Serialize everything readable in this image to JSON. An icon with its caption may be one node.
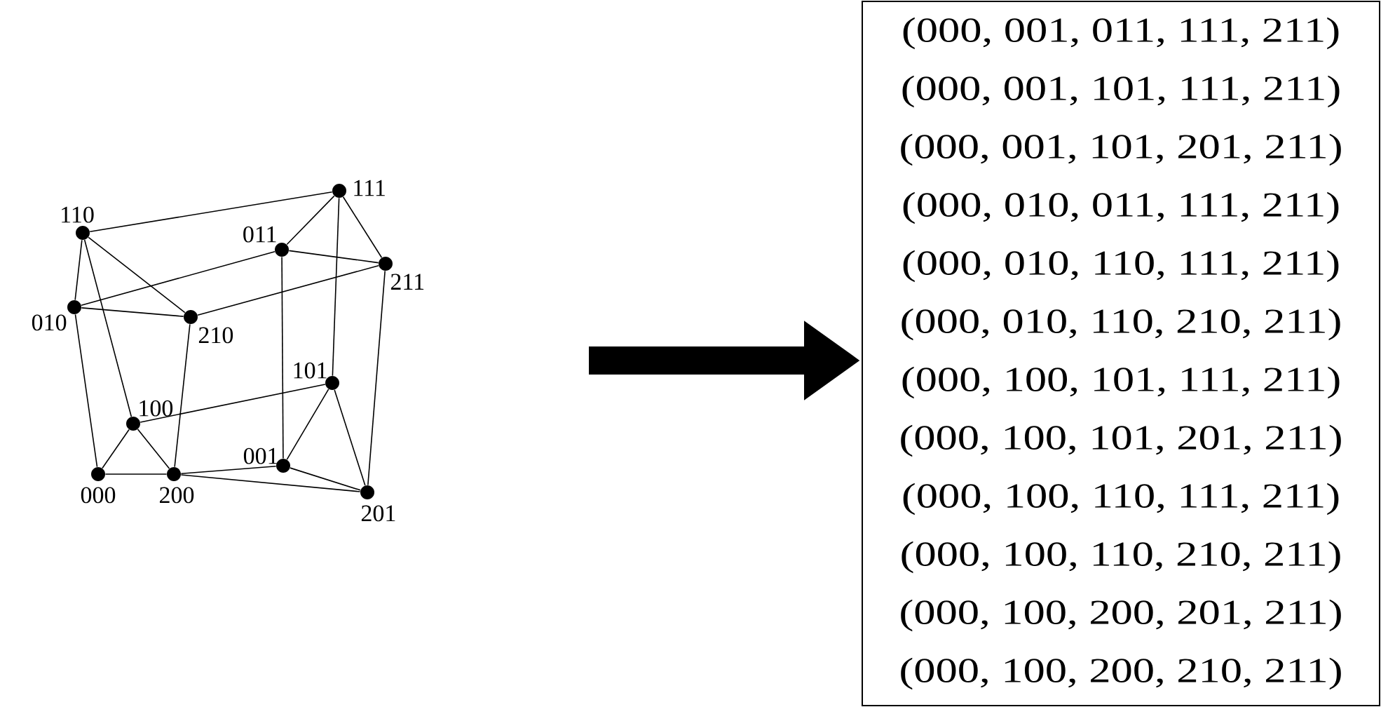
{
  "diagram": {
    "nodes": [
      {
        "text": [],
        "shape": "circle",
        "beside": [
          "110"
        ]
      },
      {
        "text": [],
        "shape": "circle",
        "beside": [
          "111"
        ]
      },
      {
        "text": [],
        "shape": "circle",
        "beside": [
          "011"
        ]
      },
      {
        "text": [],
        "shape": "circle",
        "beside": [
          "211"
        ]
      },
      {
        "text": [],
        "shape": "circle",
        "beside": [
          "010"
        ]
      },
      {
        "text": [],
        "shape": "circle",
        "beside": [
          "210"
        ]
      },
      {
        "text": [],
        "shape": "circle",
        "beside": [
          "101"
        ]
      },
      {
        "text": [],
        "shape": "circle",
        "beside": [
          "100"
        ]
      },
      {
        "text": [],
        "shape": "circle",
        "beside": [
          "001"
        ]
      },
      {
        "text": [],
        "shape": "circle",
        "beside": [
          "000"
        ]
      },
      {
        "text": [],
        "shape": "circle",
        "beside": [
          "200"
        ]
      },
      {
        "text": [],
        "shape": "circle",
        "beside": [
          "201"
        ]
      },
      {
        "text": [
          "(000, 001, 011, 111, 211)",
          "(000, 001, 101, 111, 211)",
          "(000, 001, 101, 201, 211)",
          "(000, 010, 011, 111, 211)",
          "(000, 010, 110, 111, 211)",
          "(000, 010, 110, 210, 211)",
          "(000, 100, 101, 111, 211)",
          "(000, 100, 101, 201, 211)",
          "(000, 100, 110, 111, 211)",
          "(000, 100, 110, 210, 211)",
          "(000, 100, 200, 201, 211)",
          "(000, 100, 200, 210, 211)"
        ]
      }
    ],
    "edges": [
      {
        "from": 0,
        "to": 1,
        "arrow": "none"
      },
      {
        "from": 0,
        "to": 4,
        "arrow": "none"
      },
      {
        "from": 0,
        "to": 7,
        "arrow": "none"
      },
      {
        "from": 0,
        "to": 5,
        "arrow": "none"
      },
      {
        "from": 4,
        "to": 2,
        "arrow": "none"
      },
      {
        "from": 4,
        "to": 5,
        "arrow": "none"
      },
      {
        "from": 4,
        "to": 9,
        "arrow": "none"
      },
      {
        "from": 2,
        "to": 1,
        "arrow": "none"
      },
      {
        "from": 2,
        "to": 3,
        "arrow": "none"
      },
      {
        "from": 2,
        "to": 8,
        "arrow": "none"
      },
      {
        "from": 1,
        "to": 3,
        "arrow": "none"
      },
      {
        "from": 1,
        "to": 6,
        "arrow": "none"
      },
      {
        "from": 3,
        "to": 5,
        "arrow": "none"
      },
      {
        "from": 3,
        "to": 11,
        "arrow": "none"
      },
      {
        "from": 5,
        "to": 10,
        "arrow": "none"
      },
      {
        "from": 7,
        "to": 6,
        "arrow": "none"
      },
      {
        "from": 7,
        "to": 9,
        "arrow": "none"
      },
      {
        "from": 7,
        "to": 10,
        "arrow": "none"
      },
      {
        "from": 9,
        "to": 10,
        "arrow": "none"
      },
      {
        "from": 10,
        "to": 8,
        "arrow": "none"
      },
      {
        "from": 10,
        "to": 11,
        "arrow": "none"
      },
      {
        "from": 8,
        "to": 6,
        "arrow": "none"
      },
      {
        "from": 8,
        "to": 11,
        "arrow": "none"
      },
      {
        "from": 6,
        "to": 11,
        "arrow": "none"
      },
      {
        "from": null,
        "to": 12,
        "arrow": "to",
        "style": "thick"
      }
    ]
  }
}
